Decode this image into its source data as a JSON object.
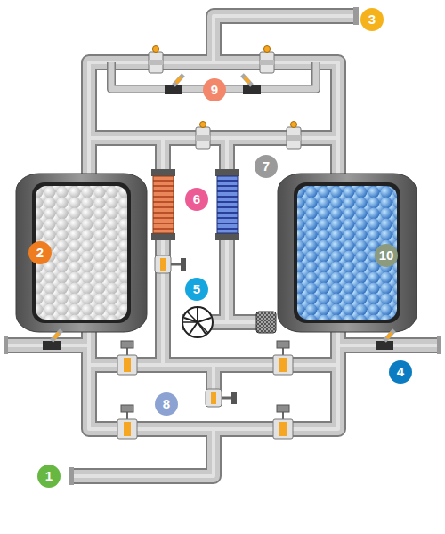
{
  "diagram": {
    "labels": [
      "3",
      "9",
      "7",
      "6",
      "2",
      "10",
      "5",
      "4",
      "8",
      "1"
    ]
  }
}
